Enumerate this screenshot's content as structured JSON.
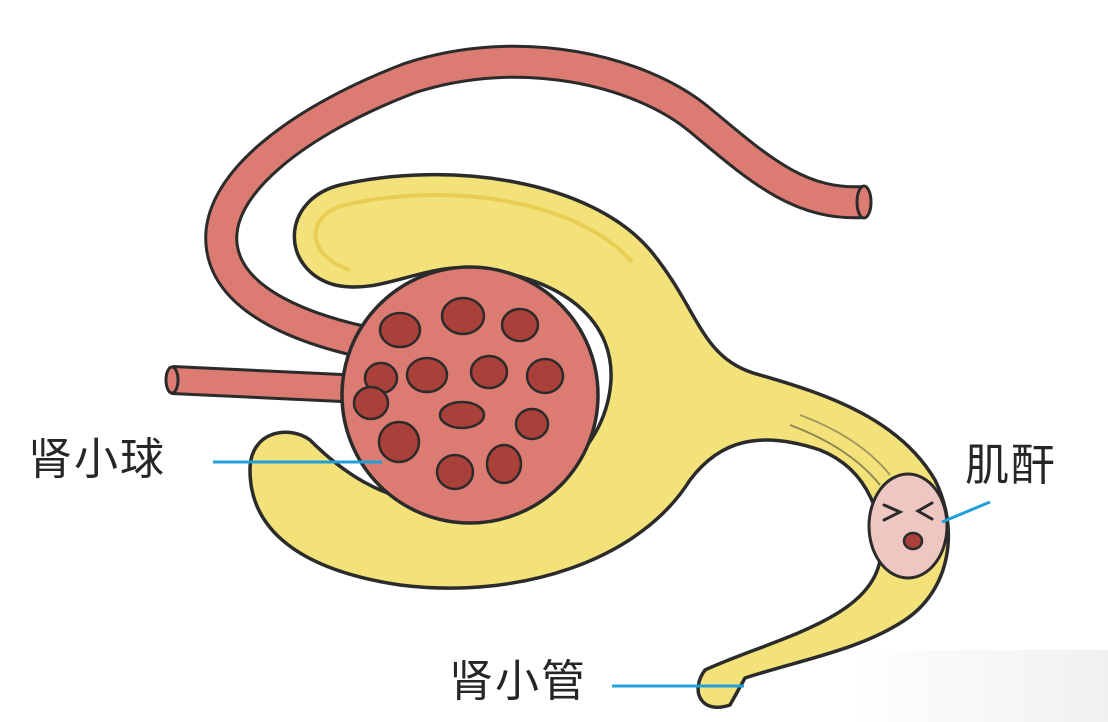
{
  "labels": {
    "glomerulus": "肾小球",
    "creatinine": "肌酐",
    "tubule": "肾小管"
  },
  "colors": {
    "tubule_fill": "#F3E27A",
    "vessel_fill": "#DB7B72",
    "capillary_dot": "#A9403A",
    "creatinine_fill": "#EFC7C2",
    "pointer_line": "#1FA0D8",
    "outline": "#2B2B2B"
  }
}
